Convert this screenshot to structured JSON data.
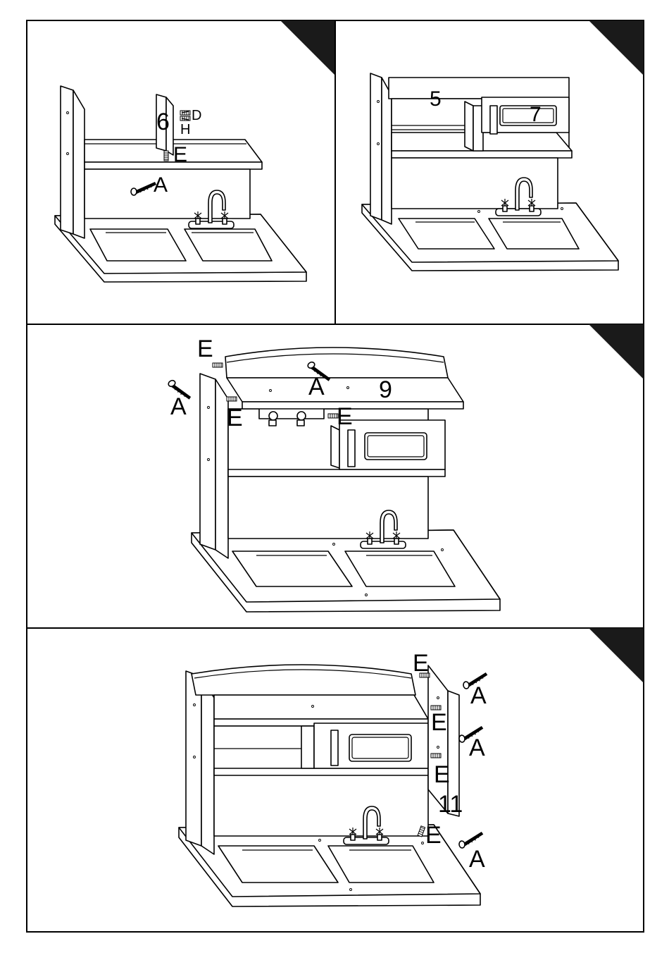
{
  "steps": [
    {
      "labels": {
        "part": "6",
        "dowel_d": "D",
        "dowel_h": "H",
        "dowel_e": "E",
        "screw_a": "A"
      }
    },
    {
      "labels": {
        "part_back": "5",
        "part_oven": "7"
      }
    },
    {
      "labels": {
        "dowel_e_top": "E",
        "screw_a_left": "A",
        "screw_a_top": "A",
        "part": "9",
        "dowel_e_left": "E",
        "dowel_e_right": "E"
      }
    },
    {
      "labels": {
        "dowel_e_1": "E",
        "screw_a_1": "A",
        "dowel_e_2": "E",
        "screw_a_2": "A",
        "dowel_e_3": "E",
        "part": "11",
        "dowel_e_4": "E",
        "screw_a_3": "A"
      }
    }
  ],
  "colors": {
    "line": "#000000",
    "paper": "#ffffff",
    "corner_marker": "#1a1a1a"
  }
}
